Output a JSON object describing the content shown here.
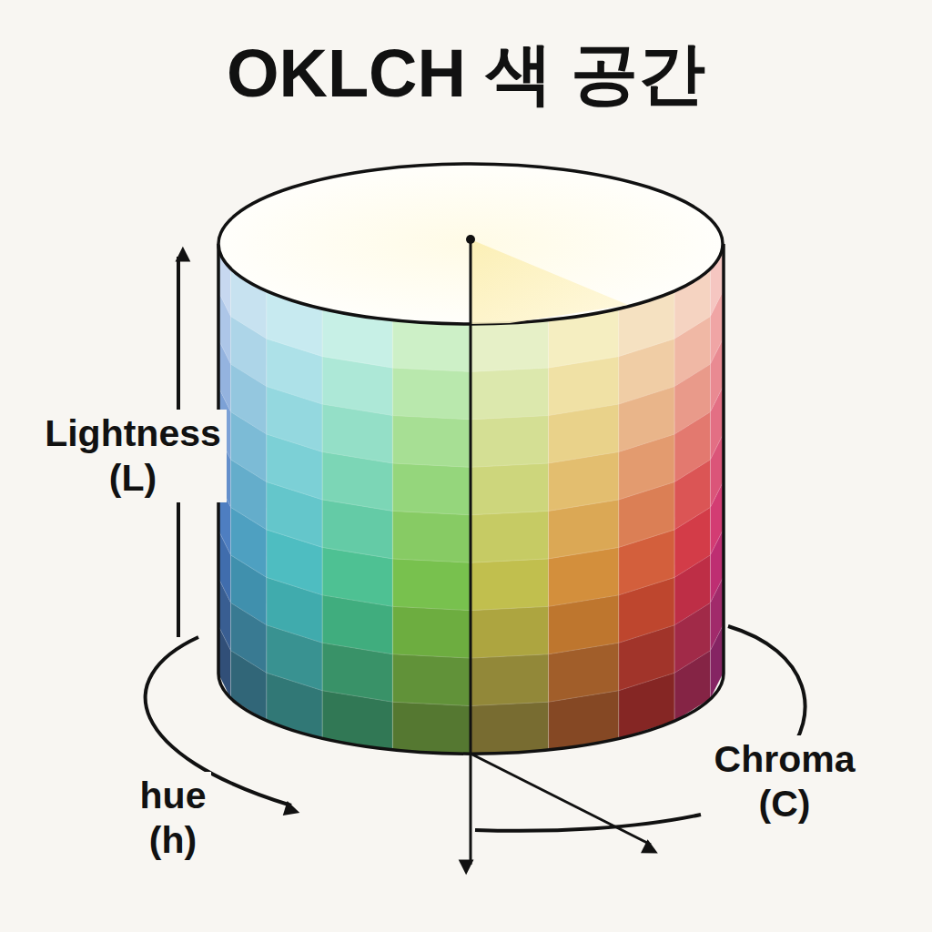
{
  "diagram": {
    "title": "OKLCH 색 공간",
    "labels": [
      "Lightness (L)",
      "hue (h)",
      "Chroma (C)"
    ]
  }
}
